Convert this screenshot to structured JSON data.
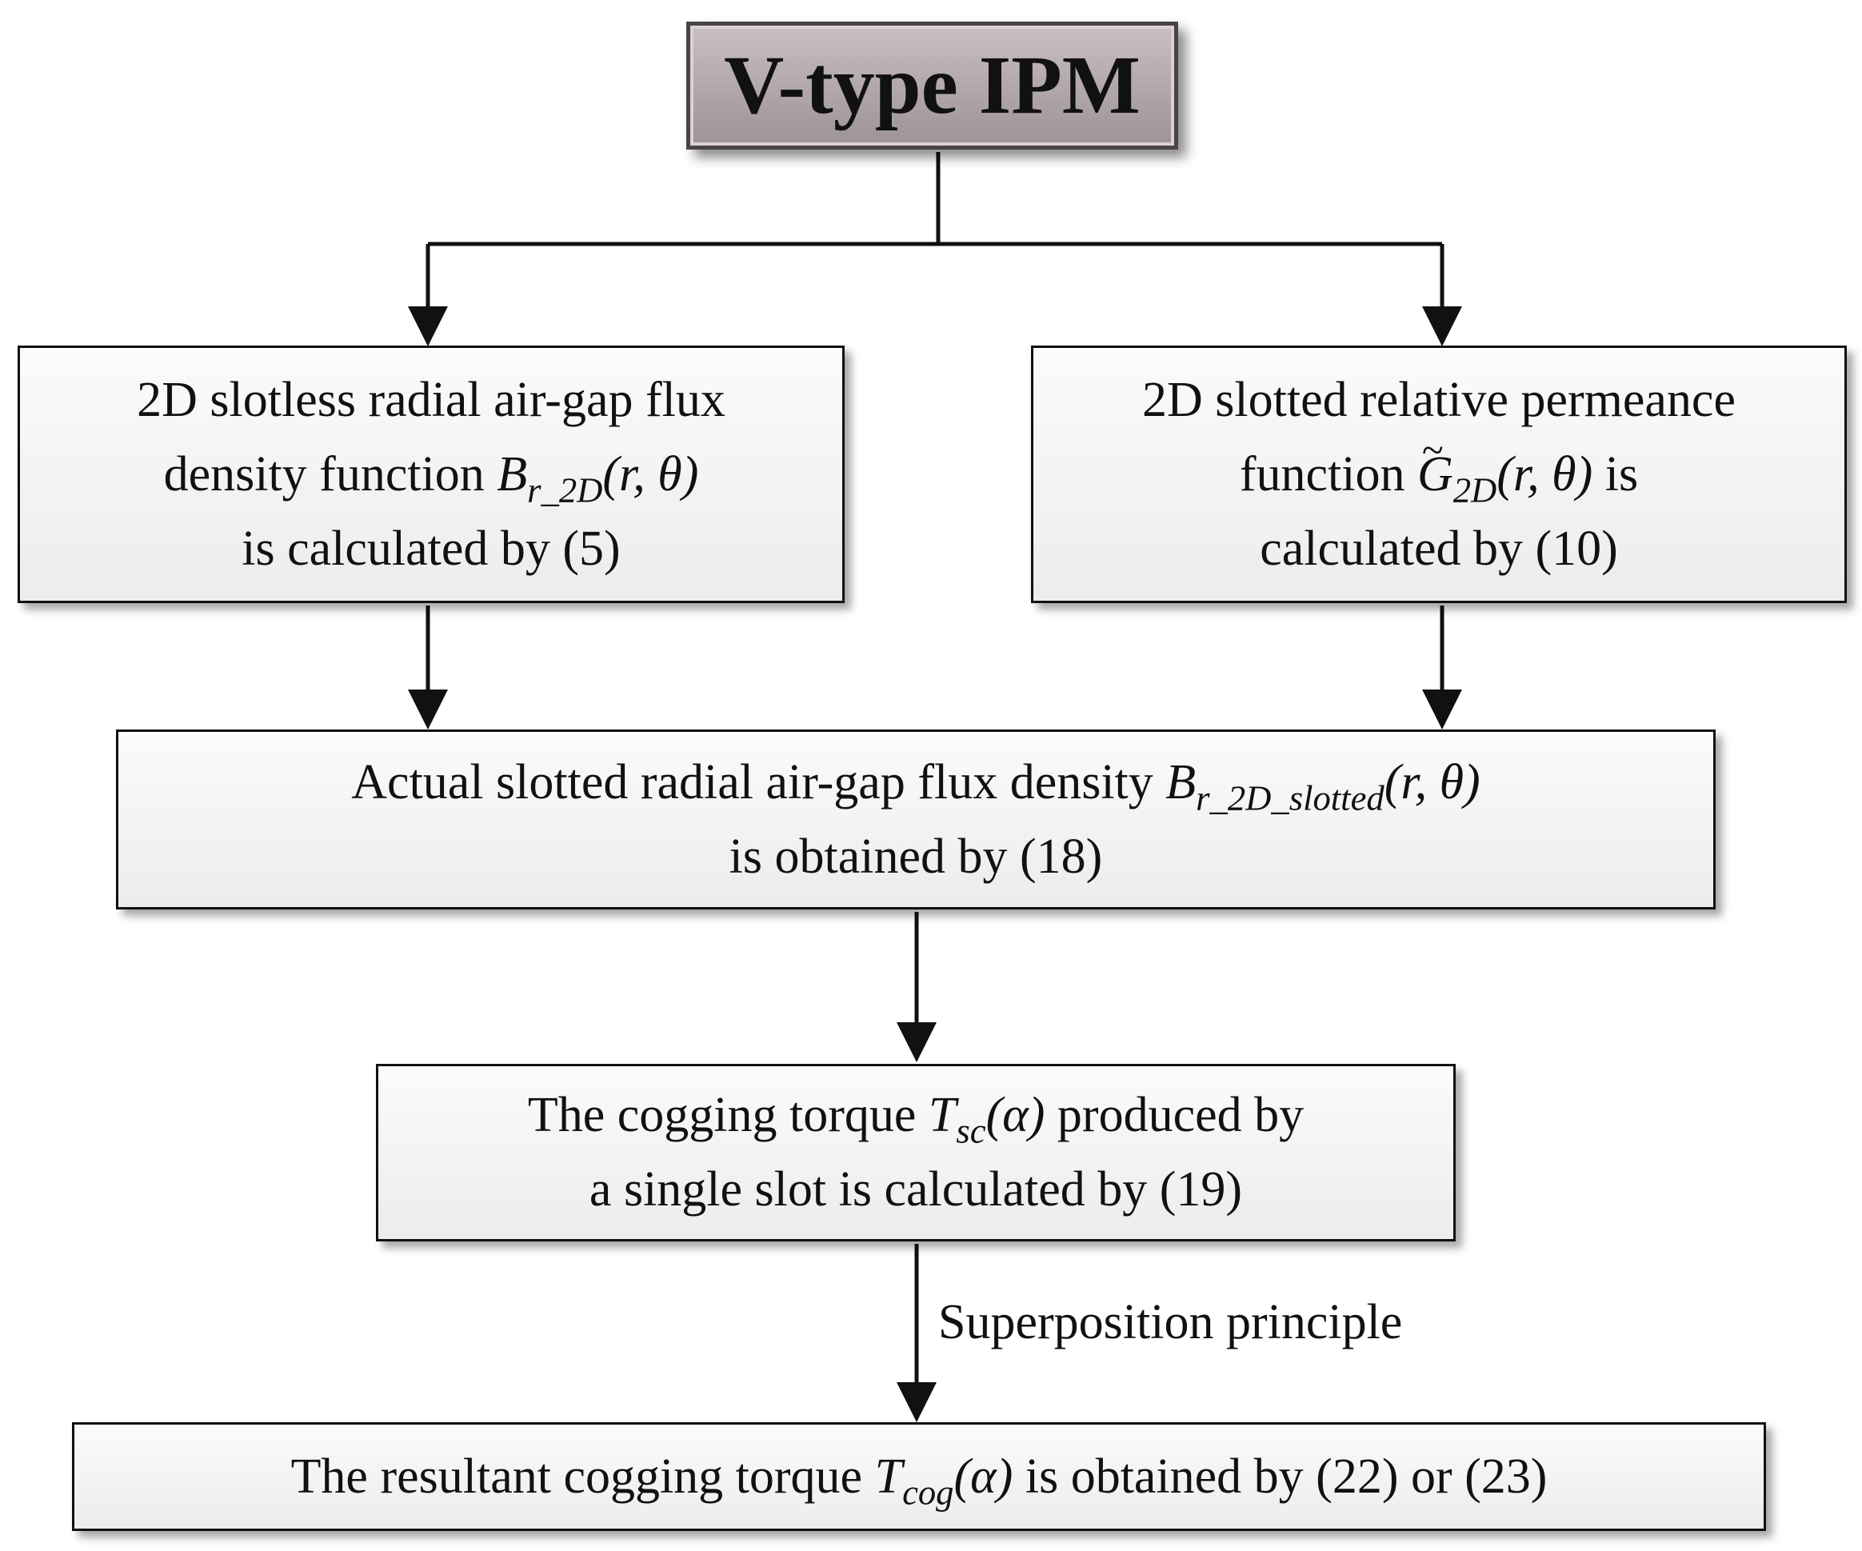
{
  "title": "V-type IPM",
  "left_box": {
    "line1": "2D slotless radial air-gap flux",
    "line2_pre": "density function ",
    "sym": "B",
    "sub": "r_2D",
    "args": "(r, θ)",
    "line3": "is calculated by (5)"
  },
  "right_box": {
    "line1": "2D slotted relative permeance",
    "line2_pre": "function ",
    "sym": "G",
    "sub": "2D",
    "args": "(r, θ)",
    "line2_post": " is",
    "line3": "calculated by (10)"
  },
  "middle_box": {
    "line1_pre": "Actual slotted radial air-gap flux density ",
    "sym": "B",
    "sub": "r_2D_slotted",
    "args": "(r, θ)",
    "line2": "is obtained by (18)"
  },
  "single_slot_box": {
    "line1_pre": "The cogging torque ",
    "sym": "T",
    "sub": "sc",
    "args": "(α)",
    "line1_post": " produced by",
    "line2": "a single slot is calculated by (19)"
  },
  "result_box": {
    "pre": "The resultant cogging torque ",
    "sym": "T",
    "sub": "cog",
    "args": "(α)",
    "post": " is obtained by (22) or (23)"
  },
  "edge_label": "Superposition principle"
}
